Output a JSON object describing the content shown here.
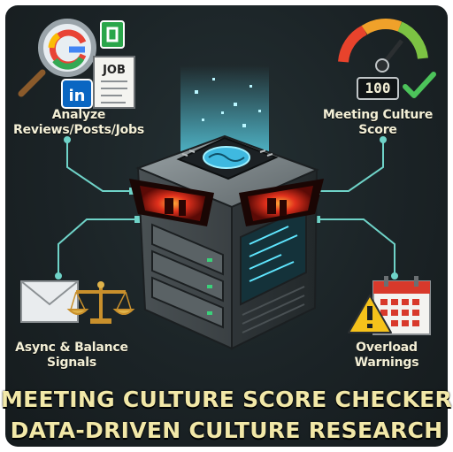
{
  "labels": {
    "analyze": "Analyze\nReviews/Posts/Jobs",
    "score": "Meeting Culture\nScore",
    "async": "Async & Balance\nSignals",
    "overload": "Overload\nWarnings"
  },
  "badges": {
    "job": "JOB",
    "score_value": "100"
  },
  "banner": {
    "line1": "MEETING CULTURE SCORE CHECKER",
    "line2": "DATA-DRIVEN CULTURE RESEARCH"
  },
  "colors": {
    "background": "#1b2326",
    "text": "#f3efd6",
    "banner_text": "#f2e8a8",
    "wire": "#6fd3c8",
    "eyes": "#e0301c"
  },
  "icons": [
    "magnifier-icon",
    "google-icon",
    "linkedin-icon",
    "glassdoor-icon",
    "job-document-icon",
    "gauge-icon",
    "checkmark-icon",
    "envelope-icon",
    "scales-icon",
    "warning-icon",
    "calendar-icon",
    "server-icon",
    "chip-icon",
    "brain-icon",
    "eyes-icon"
  ]
}
